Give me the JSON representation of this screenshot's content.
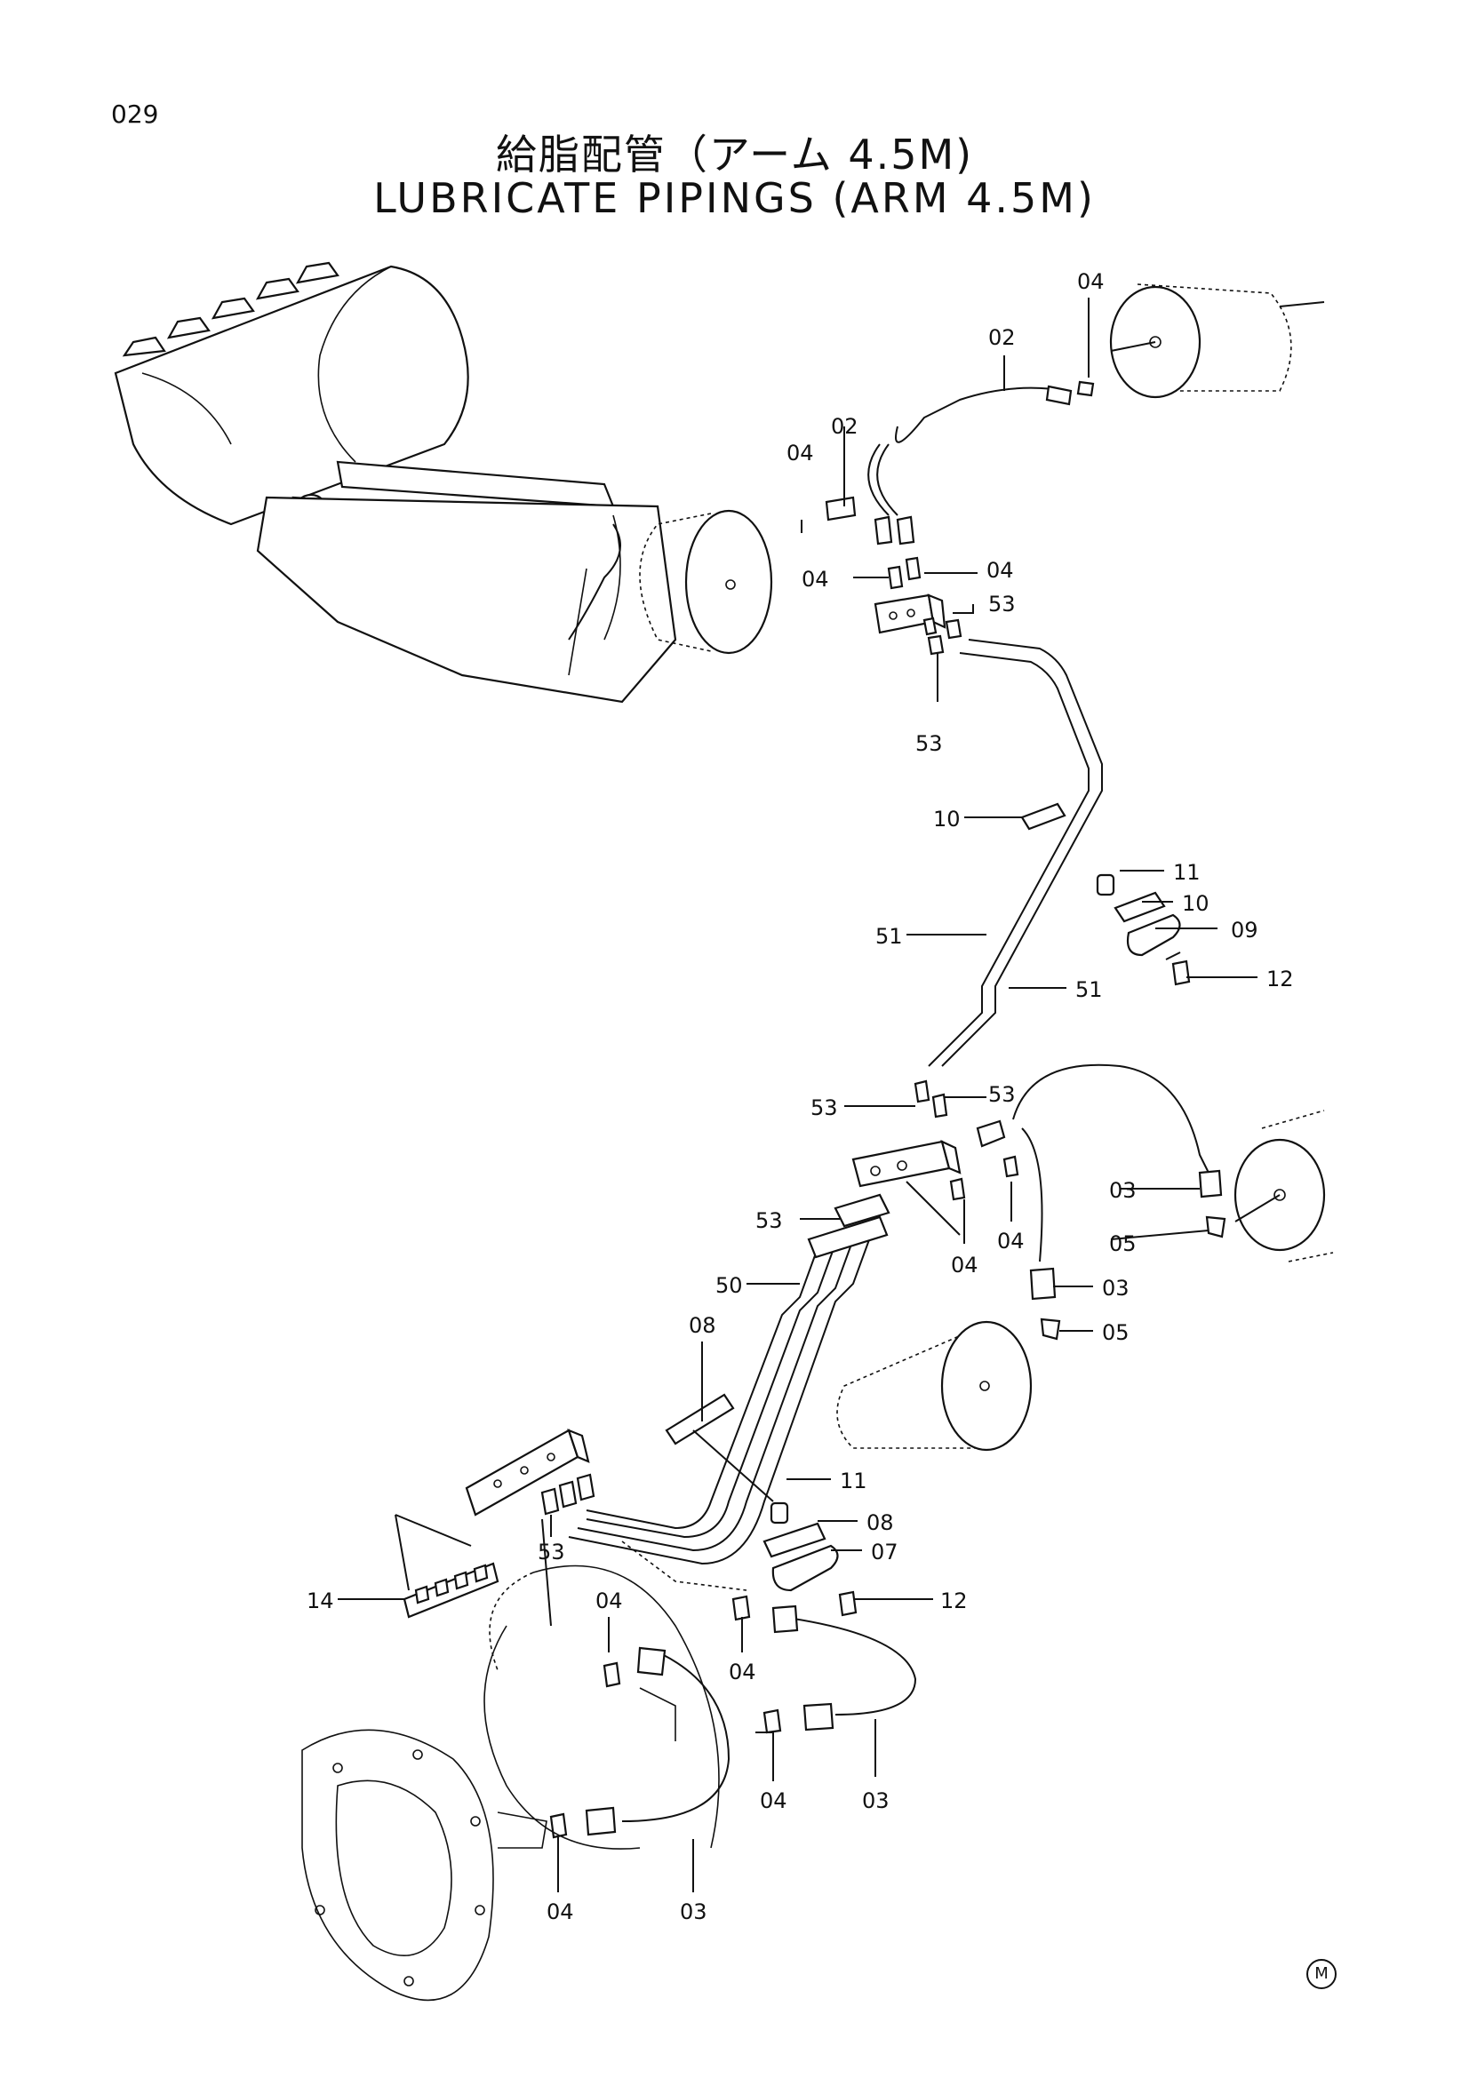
{
  "page_number": "029",
  "title_ja": "給脂配管（アーム 4.5M)",
  "title_en": "LUBRICATE PIPINGS (ARM 4.5M)",
  "mark": "M",
  "labels": {
    "l02a": "02",
    "l02b": "02",
    "l04a": "04",
    "l04b": "04",
    "l04c": "04",
    "l04d": "04",
    "l04e": "04",
    "l04f": "04",
    "l04g": "04",
    "l04h": "04",
    "l04i": "04",
    "l04j": "04",
    "l53a": "53",
    "l53b": "53",
    "l53c": "53",
    "l53d": "53",
    "l53e": "53",
    "l53f": "53",
    "l10a": "10",
    "l10b": "10",
    "l11a": "11",
    "l11b": "11",
    "l09": "09",
    "l12a": "12",
    "l12b": "12",
    "l51a": "51",
    "l51b": "51",
    "l03a": "03",
    "l03b": "03",
    "l03c": "03",
    "l03d": "03",
    "l05a": "05",
    "l05b": "05",
    "l50": "50",
    "l08a": "08",
    "l08b": "08",
    "l07": "07",
    "l14": "14"
  }
}
